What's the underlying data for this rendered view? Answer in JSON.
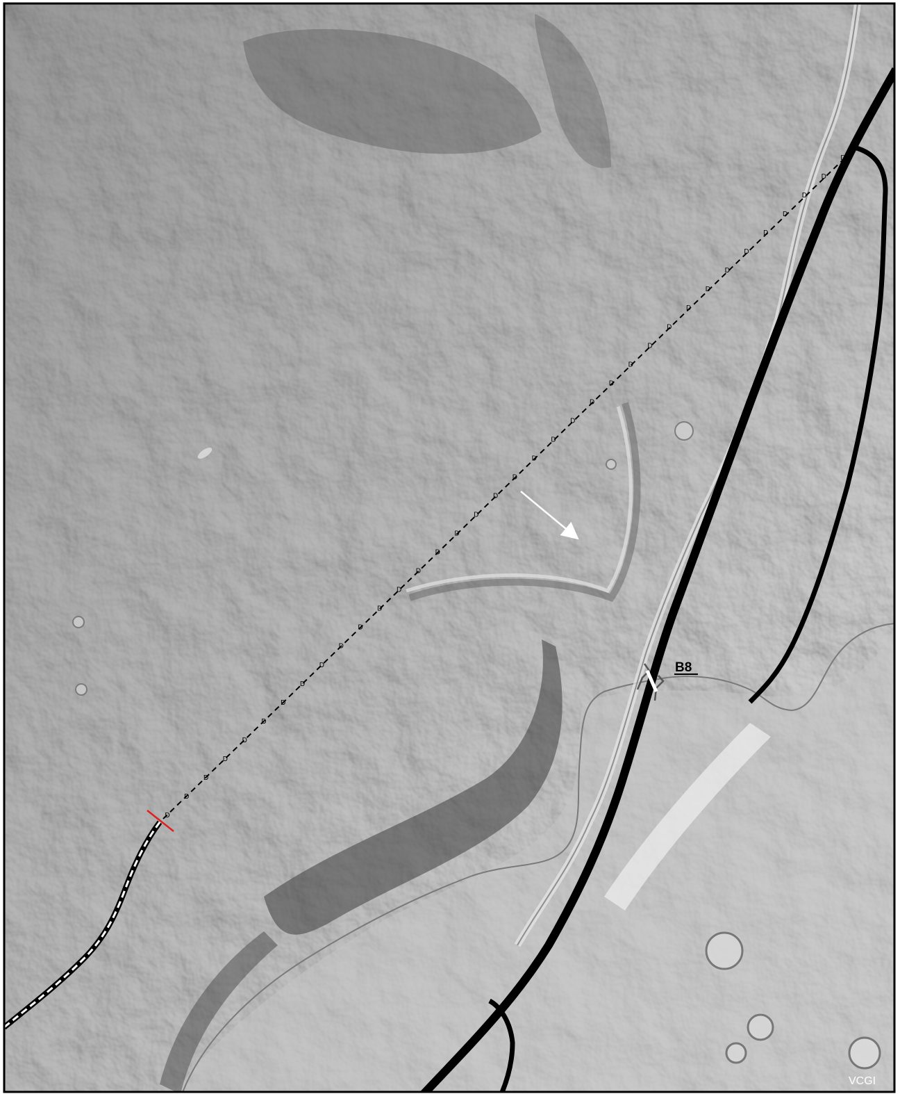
{
  "map": {
    "type": "lidar-hillshade",
    "labels": {
      "crossing": "B8",
      "credit": "VCGI"
    },
    "colors": {
      "frame": "#000000",
      "road": "#000000",
      "stream": "#7a7a7a",
      "trail": "#000000",
      "trail_inner": "#ffffff",
      "trail_break": "#e02020",
      "arrow": "#ffffff"
    },
    "icons": [
      "arrow-annotation-icon",
      "culvert-icon"
    ]
  }
}
